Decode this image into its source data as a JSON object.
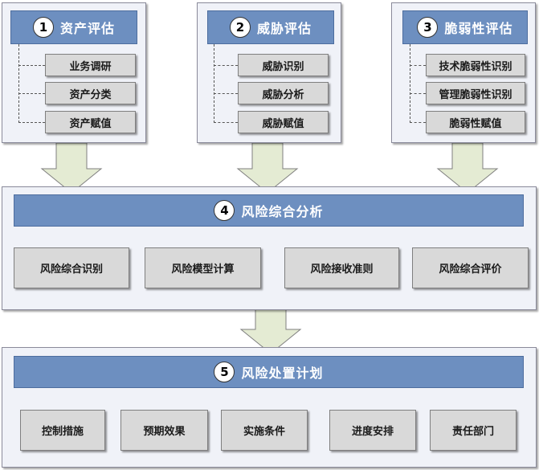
{
  "steps": [
    {
      "number": "1",
      "title": "资产评估",
      "items": [
        "业务调研",
        "资产分类",
        "资产赋值"
      ]
    },
    {
      "number": "2",
      "title": "威胁评估",
      "items": [
        "威胁识别",
        "威胁分析",
        "威胁赋值"
      ]
    },
    {
      "number": "3",
      "title": "脆弱性评估",
      "items": [
        "技术脆弱性识别",
        "管理脆弱性识别",
        "脆弱性赋值"
      ]
    }
  ],
  "analysis": {
    "number": "4",
    "title": "风险综合分析",
    "items": [
      "风险综合识别",
      "风险模型计算",
      "风险接收准则",
      "风险综合评价"
    ]
  },
  "plan": {
    "number": "5",
    "title": "风险处置计划",
    "items": [
      "控制措施",
      "预期效果",
      "实施条件",
      "进度安排",
      "责任部门"
    ]
  },
  "colors": {
    "header_fill": "#6d8fc0",
    "panel_fill": "#f0f2f8",
    "item_fill": "#d9d9d9",
    "arrow_fill": "#e4ebd3"
  }
}
